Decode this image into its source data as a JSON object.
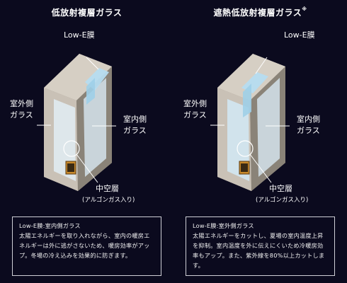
{
  "left": {
    "title": "低放射複層ガラス",
    "low_e_label": "Low-E膜",
    "outdoor_label_line1": "室外側",
    "outdoor_label_line2": "ガラス",
    "indoor_label_line1": "室内側",
    "indoor_label_line2": "ガラス",
    "air_layer_label": "中空層",
    "argon_label": "(アルゴンガス入り)",
    "description_title": "Low-E膜:室内側ガラス",
    "description_body": "太陽エネルギーを取り入れながら、室内の暖房エネルギーは外に逃がさないため、暖房効率がアップ。冬場の冷え込みを効果的に防ぎます。"
  },
  "right": {
    "title": "遮熱低放射複層ガラス",
    "title_note": "※",
    "low_e_label": "Low-E膜",
    "outdoor_label_line1": "室外側",
    "outdoor_label_line2": "ガラス",
    "indoor_label_line1": "室内側",
    "indoor_label_line2": "ガラス",
    "air_layer_label": "中空層",
    "argon_label": "(アルゴンガス入り)",
    "description_title": "Low-E膜:室外側ガラス",
    "description_body": "太陽エネルギーをカットし、夏場の室内温度上昇を抑制。室内温度を外に伝えにくいため冷暖房効率もアップ。また、紫外線を80%以上カットします。"
  },
  "colors": {
    "background": "#0b0a1e",
    "frame": "#b8b0a4",
    "glass": "#d8e6ec",
    "low_e_film": "#b6dcf0",
    "spacer": "#c98a2c"
  }
}
